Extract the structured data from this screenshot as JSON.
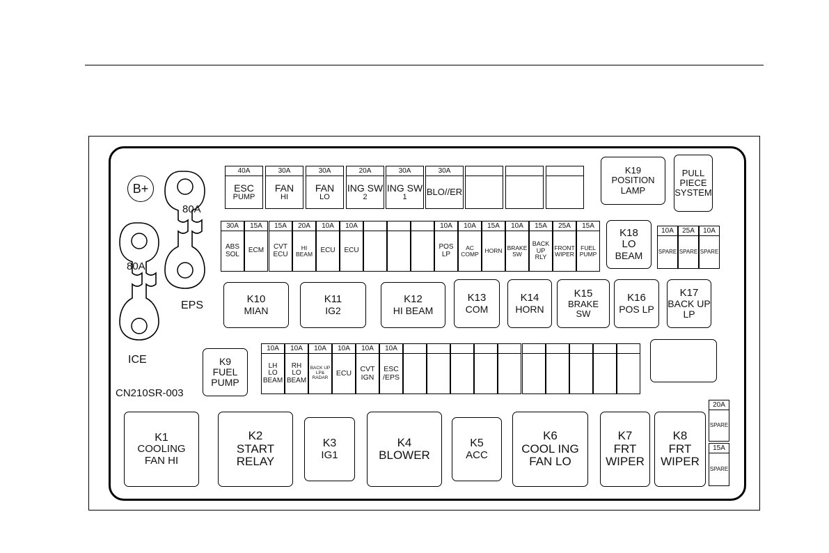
{
  "terminal": "B+",
  "fusible_links": [
    {
      "amp": "80A",
      "label": "EPS"
    },
    {
      "amp": "80A",
      "label": "ICE"
    }
  ],
  "connector_id": "CN210SR-003",
  "relays_top": [
    {
      "lines": [
        "K19",
        "POSITION",
        "LAMP"
      ]
    },
    {
      "lines": [
        "PULL",
        "PIECE",
        "SYSTEM"
      ]
    },
    {
      "lines": [
        "K18",
        "LO",
        "BEAM"
      ]
    }
  ],
  "fuse_row1": [
    {
      "amp": "40A",
      "lines": [
        "ESC",
        "PUMP"
      ]
    },
    {
      "amp": "30A",
      "lines": [
        "FAN",
        "HI"
      ]
    },
    {
      "amp": "30A",
      "lines": [
        "FAN",
        "LO"
      ]
    },
    {
      "amp": "20A",
      "lines": [
        "ING SW",
        "2"
      ]
    },
    {
      "amp": "30A",
      "lines": [
        "ING SW",
        "1"
      ]
    },
    {
      "amp": "30A",
      "lines": [
        "BLO//ER"
      ]
    },
    {
      "amp": "",
      "lines": []
    },
    {
      "amp": "",
      "lines": []
    },
    {
      "amp": "",
      "lines": []
    }
  ],
  "fuse_row2": [
    {
      "amp": "30A",
      "lines": [
        "ABS",
        "SOL"
      ]
    },
    {
      "amp": "15A",
      "lines": [
        "ECM"
      ]
    },
    {
      "amp": "15A",
      "lines": [
        "CVT",
        "ECU"
      ]
    },
    {
      "amp": "20A",
      "lines": [
        "HI",
        "BEAM"
      ]
    },
    {
      "amp": "10A",
      "lines": [
        "ECU"
      ]
    },
    {
      "amp": "10A",
      "lines": [
        "ECU"
      ]
    },
    {
      "amp": "",
      "lines": []
    },
    {
      "amp": "",
      "lines": []
    },
    {
      "amp": "",
      "lines": []
    },
    {
      "amp": "10A",
      "lines": [
        "POS",
        "LP"
      ]
    },
    {
      "amp": "10A",
      "lines": [
        "AC",
        "COMP"
      ]
    },
    {
      "amp": "15A",
      "lines": [
        "HORN"
      ]
    },
    {
      "amp": "10A",
      "lines": [
        "BRAKE",
        "SW"
      ]
    },
    {
      "amp": "15A",
      "lines": [
        "BACK",
        "UP",
        "RLY"
      ]
    },
    {
      "amp": "25A",
      "lines": [
        "FRONT",
        "WIPER"
      ]
    },
    {
      "amp": "15A",
      "lines": [
        "FUEL",
        "PUMP"
      ]
    }
  ],
  "spare_row": [
    {
      "amp": "10A",
      "lines": [
        "SPARE"
      ]
    },
    {
      "amp": "25A",
      "lines": [
        "SPARE"
      ]
    },
    {
      "amp": "10A",
      "lines": [
        "SPARE"
      ]
    }
  ],
  "relays_mid": [
    {
      "lines": [
        "K10",
        "MIAN"
      ]
    },
    {
      "lines": [
        "K11",
        "IG2"
      ]
    },
    {
      "lines": [
        "K12",
        "HI BEAM"
      ]
    },
    {
      "lines": [
        "K13",
        "COM"
      ]
    },
    {
      "lines": [
        "K14",
        "HORN"
      ]
    },
    {
      "lines": [
        "K15",
        "BRAKE",
        "SW"
      ]
    },
    {
      "lines": [
        "K16",
        "POS LP"
      ]
    },
    {
      "lines": [
        "K17",
        "BACK UP",
        "LP"
      ]
    }
  ],
  "relay_k9": {
    "lines": [
      "K9",
      "FUEL",
      "PUMP"
    ]
  },
  "fuse_row3": [
    {
      "amp": "10A",
      "lines": [
        "LH",
        "LO",
        "BEAM"
      ]
    },
    {
      "amp": "10A",
      "lines": [
        "RH",
        "LO",
        "BEAM"
      ]
    },
    {
      "amp": "10A",
      "lines": [
        "BACK UP",
        "LP&",
        "RADAR"
      ]
    },
    {
      "amp": "10A",
      "lines": [
        "ECU"
      ]
    },
    {
      "amp": "10A",
      "lines": [
        "CVT",
        "IGN"
      ]
    },
    {
      "amp": "10A",
      "lines": [
        "ESC",
        "/EPS"
      ]
    },
    {
      "amp": "",
      "lines": []
    },
    {
      "amp": "",
      "lines": []
    },
    {
      "amp": "",
      "lines": []
    },
    {
      "amp": "",
      "lines": []
    },
    {
      "amp": "",
      "lines": []
    },
    {
      "amp": "",
      "lines": []
    },
    {
      "amp": "",
      "lines": []
    },
    {
      "amp": "",
      "lines": []
    },
    {
      "amp": "",
      "lines": []
    },
    {
      "amp": "",
      "lines": []
    }
  ],
  "relays_bottom": [
    {
      "lines": [
        "K1",
        "COOLING",
        "FAN HI"
      ]
    },
    {
      "lines": [
        "K2",
        "START",
        "RELAY"
      ]
    },
    {
      "lines": [
        "K3",
        "IG1"
      ]
    },
    {
      "lines": [
        "K4",
        "BLOWER"
      ]
    },
    {
      "lines": [
        "K5",
        "ACC"
      ]
    },
    {
      "lines": [
        "K6",
        "COOL ING",
        "FAN  LO"
      ]
    },
    {
      "lines": [
        "K7",
        "FRT",
        "WIPER"
      ]
    },
    {
      "lines": [
        "K8",
        "FRT",
        "WIPER"
      ]
    }
  ],
  "spare_bottom": [
    {
      "amp": "20A",
      "lines": [
        "SPARE"
      ]
    },
    {
      "amp": "15A",
      "lines": [
        "SPARE"
      ]
    }
  ]
}
